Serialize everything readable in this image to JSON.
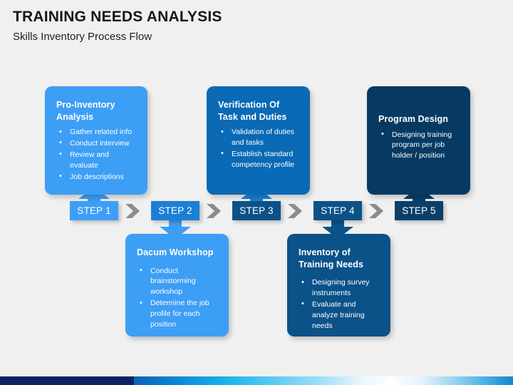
{
  "header": {
    "title": "TRAINING NEEDS ANALYSIS",
    "subtitle": "Skills Inventory Process Flow"
  },
  "colors": {
    "background": "#f0f0f0",
    "box_light": "#3d9ef5",
    "box_mid": "#0a6ab5",
    "box_deep": "#0b5289",
    "box_navy": "#063a63",
    "chevron_grey": "#8c8c8c",
    "band_navy": "#0b2265",
    "text_on_box": "#ffffff",
    "title_text": "#171717"
  },
  "diagram": {
    "type": "process-flow",
    "orientation": "horizontal-zigzag",
    "step_count": 5,
    "steps": [
      {
        "step_label": "STEP 1",
        "position": "above",
        "arrow": "up",
        "color": "#3d9ef5",
        "title": "Pro-Inventory Analysis",
        "bullets": [
          "Gather related info",
          "Conduct interview",
          "Review and evaluate",
          "Job descriptions"
        ]
      },
      {
        "step_label": "STEP 2",
        "position": "below",
        "arrow": "down",
        "color": "#3d9ef5",
        "title": "Dacum Workshop",
        "bullets": [
          "Conduct brainstorming workshop",
          "Determine the job profile for each position"
        ]
      },
      {
        "step_label": "STEP 3",
        "position": "above",
        "arrow": "up",
        "color": "#0a6ab5",
        "title": "Verification Of Task and Duties",
        "bullets": [
          "Validation of duties and tasks",
          "Establish standard competency profile"
        ]
      },
      {
        "step_label": "STEP 4",
        "position": "below",
        "arrow": "down",
        "color": "#0b5289",
        "title": "Inventory of Training Needs",
        "bullets": [
          "Designing survey instruments",
          "Evaluate and analyze training needs"
        ]
      },
      {
        "step_label": "STEP 5",
        "position": "above",
        "arrow": "up",
        "color": "#063a63",
        "title": "Program Design",
        "bullets": [
          "Designing training program per job holder / position"
        ]
      }
    ],
    "separators": [
      {
        "icon": "chevron-right-icon"
      },
      {
        "icon": "chevron-right-icon"
      },
      {
        "icon": "chevron-right-icon"
      },
      {
        "icon": "chevron-right-icon"
      }
    ]
  }
}
